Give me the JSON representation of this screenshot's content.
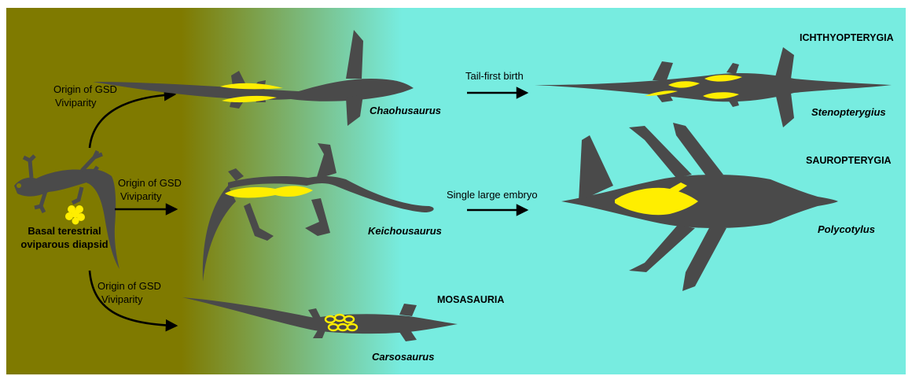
{
  "colors": {
    "land": "#7f7a00",
    "sea": "#77ece0",
    "silhouette": "#4a4a4a",
    "embryo": "#ffee00",
    "frame": "#ffffff"
  },
  "origin_labels": {
    "top": [
      "Origin of GSD",
      "Viviparity"
    ],
    "middle": [
      "Origin of GSD",
      "Viviparity"
    ],
    "bottom": [
      "Origin of GSD",
      "Viviparity"
    ]
  },
  "ancestor": {
    "label_lines": [
      "Basal terestrial",
      "oviparous diapsid"
    ],
    "icon": "lizard-silhouette-icon"
  },
  "taxa": {
    "chaohusaurus": "Chaohusaurus",
    "keichousaurus": "Keichousaurus",
    "carsosaurus": "Carsosaurus",
    "stenopterygius": "Stenopterygius",
    "polycotylus": "Polycotylus"
  },
  "clades": {
    "ichthyopterygia": "ICHTHYOPTERYGIA",
    "sauropterygia": "SAUROPTERYGIA",
    "mosasauria": "MOSASAURIA"
  },
  "transitions": {
    "ichthyosaur": "Tail-first birth",
    "plesiosaur": "Single large embryo"
  }
}
